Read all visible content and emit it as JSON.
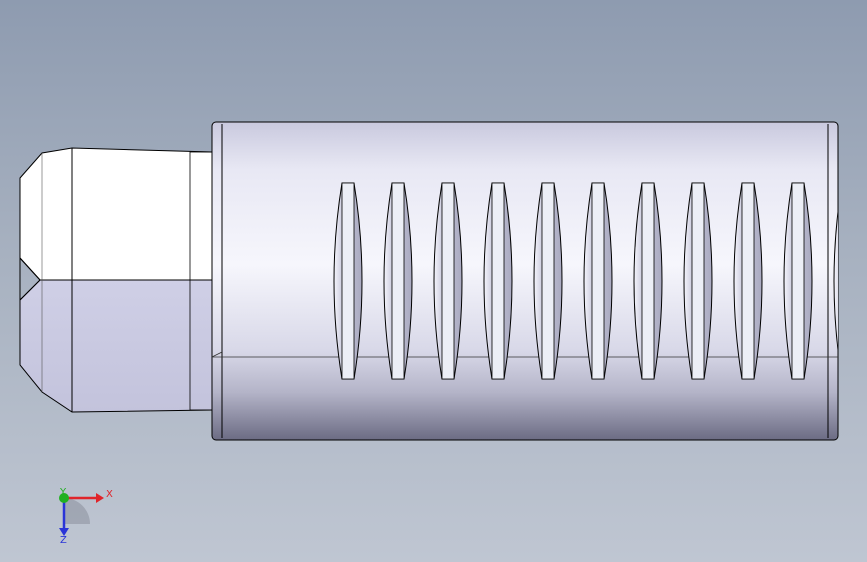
{
  "model": {
    "name": "",
    "slot_count": 11
  },
  "triad": {
    "x_label": "X",
    "y_label": "Y",
    "z_label": "Z",
    "x_color": "#e0242a",
    "y_color": "#20b020",
    "z_color": "#2a34d8"
  },
  "colors": {
    "body_light": "#f4f4fb",
    "body_mid": "#c9c9e0",
    "body_dark": "#6d6d86",
    "edge": "#000000",
    "slot_fill": "#b9b9cf",
    "slot_inner": "#eceef6"
  }
}
